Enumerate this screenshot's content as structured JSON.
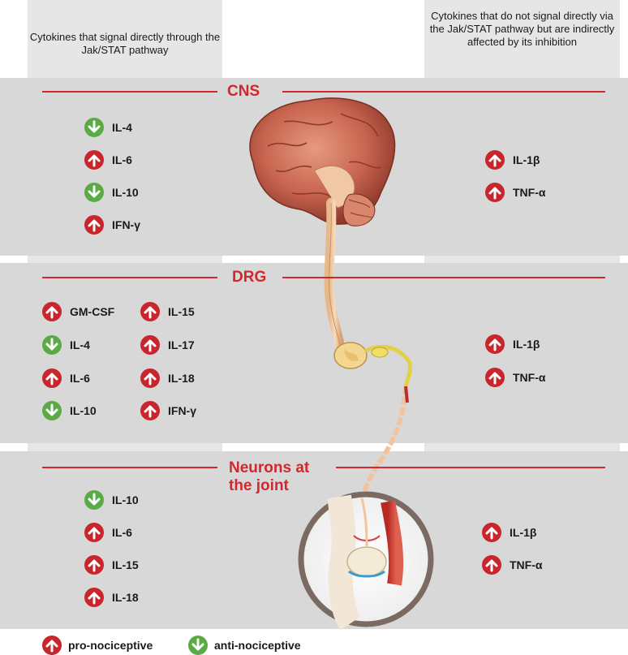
{
  "headers": {
    "left": "Cytokines that signal directly through the Jak/STAT pathway",
    "right": "Cytokines that do not signal directly via the Jak/STAT pathway but are indirectly affected by its inhibition"
  },
  "sections": {
    "cns": {
      "title": "CNS",
      "left": [
        {
          "label": "IL-4",
          "direction": "down"
        },
        {
          "label": "IL-6",
          "direction": "up"
        },
        {
          "label": "IL-10",
          "direction": "down"
        },
        {
          "label": "IFN-γ",
          "direction": "up"
        }
      ],
      "right": [
        {
          "label": "IL-1β",
          "direction": "up"
        },
        {
          "label": "TNF-α",
          "direction": "up"
        }
      ]
    },
    "drg": {
      "title": "DRG",
      "left_col1": [
        {
          "label": "GM-CSF",
          "direction": "up"
        },
        {
          "label": "IL-4",
          "direction": "down"
        },
        {
          "label": "IL-6",
          "direction": "up"
        },
        {
          "label": "IL-10",
          "direction": "down"
        }
      ],
      "left_col2": [
        {
          "label": "IL-15",
          "direction": "up"
        },
        {
          "label": "IL-17",
          "direction": "up"
        },
        {
          "label": "IL-18",
          "direction": "up"
        },
        {
          "label": "IFN-γ",
          "direction": "up"
        }
      ],
      "right": [
        {
          "label": "IL-1β",
          "direction": "up"
        },
        {
          "label": "TNF-α",
          "direction": "up"
        }
      ]
    },
    "joint": {
      "title_line1": "Neurons at",
      "title_line2": "the joint",
      "left": [
        {
          "label": "IL-10",
          "direction": "down"
        },
        {
          "label": "IL-6",
          "direction": "up"
        },
        {
          "label": "IL-15",
          "direction": "up"
        },
        {
          "label": "IL-18",
          "direction": "up"
        }
      ],
      "right": [
        {
          "label": "IL-1β",
          "direction": "up"
        },
        {
          "label": "TNF-α",
          "direction": "up"
        }
      ]
    }
  },
  "legend": {
    "pro": "pro-nociceptive",
    "anti": "anti-nociceptive"
  },
  "colors": {
    "up": "#c8252c",
    "down": "#5aab46",
    "accent": "#d0282e"
  }
}
